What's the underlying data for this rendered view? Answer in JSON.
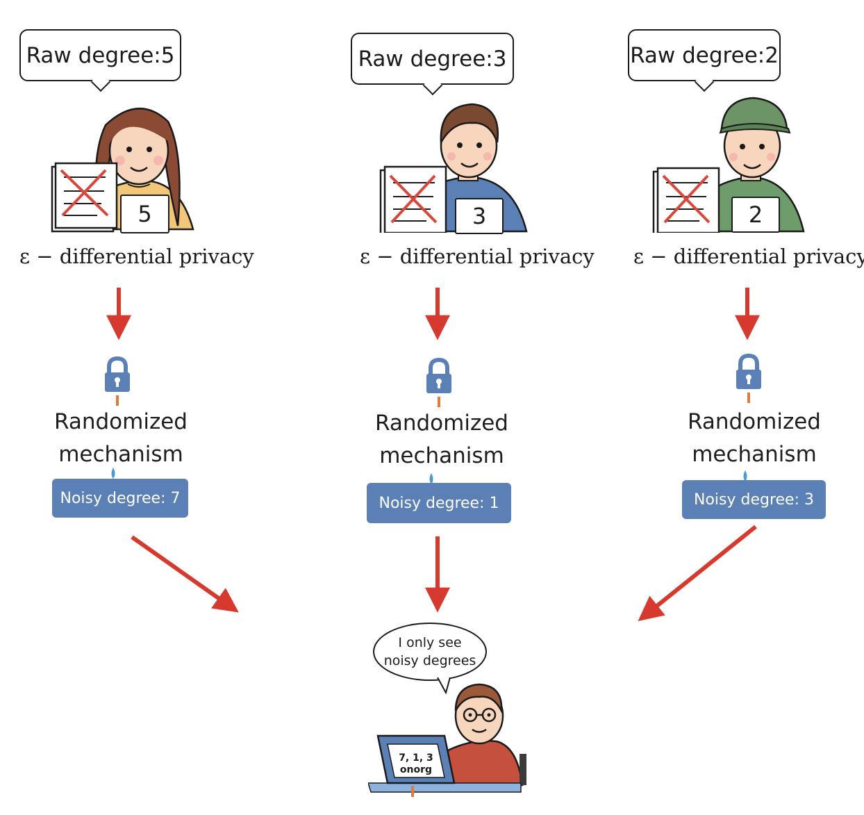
{
  "participants": [
    {
      "raw_label": "Raw degree:5",
      "card_value": "5",
      "privacy_label": "ε − differential privacy",
      "mechanism_line1": "Randomized",
      "mechanism_line2": "mechanism",
      "noisy_label": "Noisy degree: 7",
      "shirt_color": "#f2c77a",
      "hair_color": "#8a4a34"
    },
    {
      "raw_label": "Raw degree:3",
      "card_value": "3",
      "privacy_label": "ε − differential privacy",
      "mechanism_line1": "Randomized",
      "mechanism_line2": "mechanism",
      "noisy_label": "Noisy degree: 1",
      "shirt_color": "#5b80b6",
      "hair_color": "#7a4a30"
    },
    {
      "raw_label": "Raw degree:2",
      "card_value": "2",
      "privacy_label": "ε − differential privacy",
      "mechanism_line1": "Randomized",
      "mechanism_line2": "mechanism",
      "noisy_label": "Noisy degree: 3",
      "shirt_color": "#6e9c6a",
      "hair_color": "#6c9466"
    }
  ],
  "observer": {
    "bubble_line1": "I only see",
    "bubble_line2": "noisy degrees",
    "screen_line1": "7, 1, 3",
    "screen_line2": "onorg"
  },
  "colors": {
    "arrow": "#d63a2e",
    "lock": "#5b80b6",
    "noisy_box": "#5b80b6",
    "cross": "#d9463a"
  }
}
